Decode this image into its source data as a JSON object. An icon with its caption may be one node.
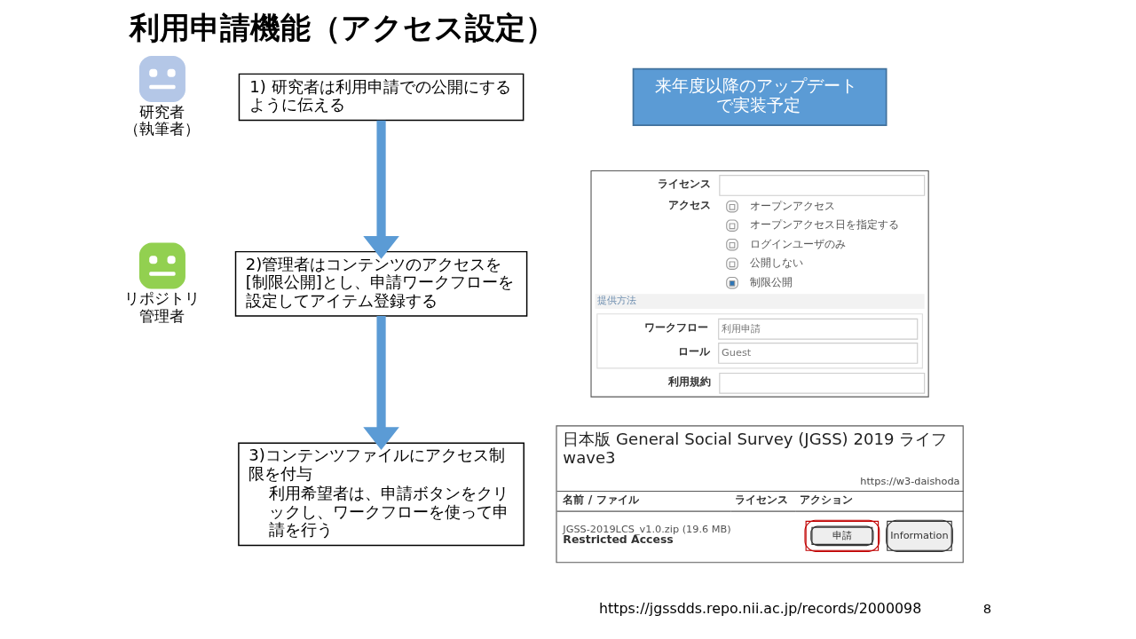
{
  "diagram": {
    "title": "利用申請機能（アクセス設定）",
    "nodes": [
      {
        "text": [
          "来年度以降のアップデートで実装予定"
        ]
      },
      {
        "text": [
          "研究者（執筆者）"
        ]
      },
      {
        "text": [
          "1) 研究者は利用申請での公開にするように伝える"
        ]
      },
      {
        "text": [
          "リポジトリ管理者"
        ]
      },
      {
        "text": [
          "2)管理者はコンテンツのアクセスを[制限公開]とし、申請ワークフローを設定してアイテム登録する"
        ]
      },
      {
        "text": [
          "ライセンス",
          "アクセス",
          "オープンアクセス",
          "オープンアクセス日を指定する",
          "ログインユーザのみ",
          "公開しない",
          "制限公開",
          "提供方法",
          "ワークフロー",
          "利用申請",
          "ロール",
          "Guest",
          "利用規約"
        ]
      },
      {
        "text": [
          "3)コンテンツファイルにアクセス制限を付与",
          "利用希望者は、申請ボタンをクリックし、ワークフローを使って申請を行う"
        ]
      },
      {
        "text": [
          "日本版 General Social Survey (JGSS) 2019 ライフ wave3",
          "https://w3-daishoda",
          "名前 / ファイル",
          "ライセンス",
          "アクション",
          "JGSS-2019LCS_v1.0.zip (19.6 MB)",
          "Restricted Access",
          "申請",
          "Information"
        ]
      }
    ],
    "edges": [
      {
        "from": 2,
        "to": 4,
        "arrow": "to",
        "color": "#5b9bd5"
      },
      {
        "from": 4,
        "to": 6,
        "arrow": "to",
        "color": "#5b9bd5"
      }
    ],
    "labels": [
      "https://jgssdds.repo.nii.ac.jp/records/2000098",
      "8"
    ]
  }
}
